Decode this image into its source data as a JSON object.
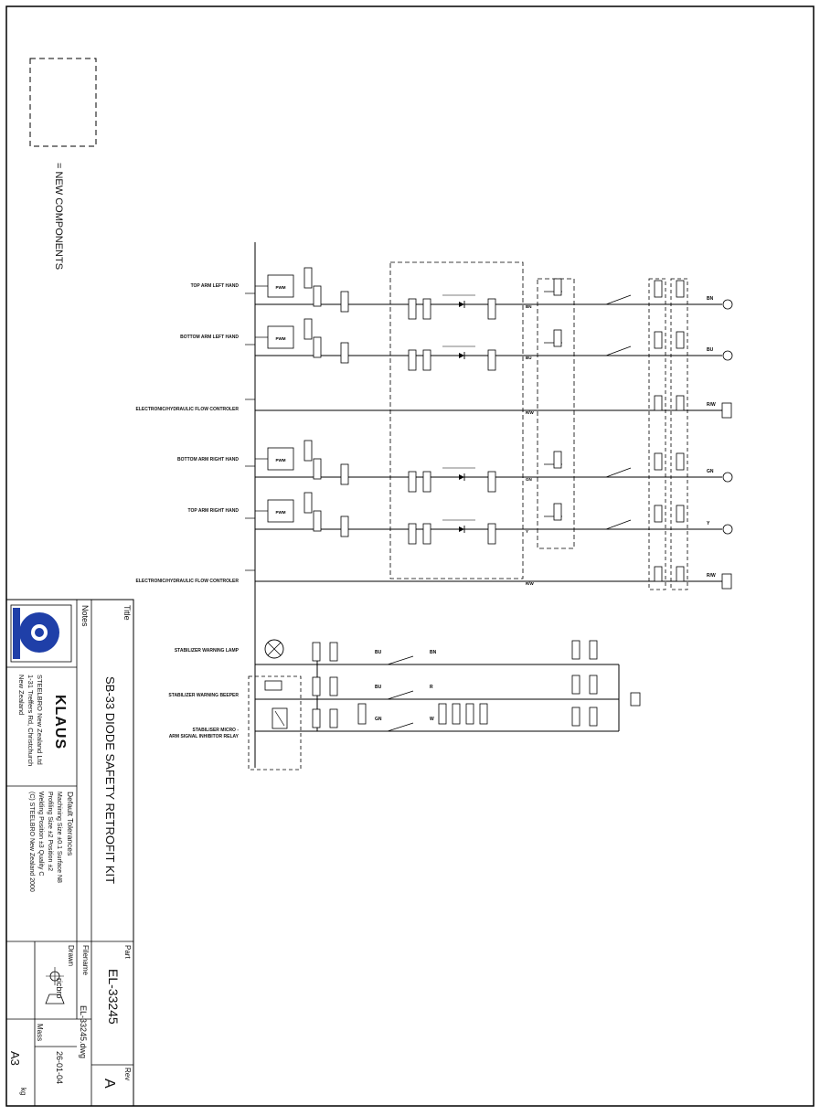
{
  "legend": {
    "new_components_label": "= NEW COMPONENTS"
  },
  "circuits": [
    {
      "label": "TOP ARM LEFT HAND",
      "wire": "BN",
      "end_color": "BN"
    },
    {
      "label": "BOTTOM ARM LEFT HAND",
      "wire": "BU",
      "end_color": "BU"
    },
    {
      "label": "ELECTRONIC/HYDRAULIC FLOW CONTROLER",
      "wire": "R/W",
      "end_color": "R/W"
    },
    {
      "label": "BOTTOM ARM RIGHT HAND",
      "wire": "GN",
      "end_color": "GN"
    },
    {
      "label": "TOP ARM RIGHT HAND",
      "wire": "Y",
      "end_color": "Y"
    },
    {
      "label": "ELECTRONIC/HYDRAULIC FLOW CONTROLER",
      "wire": "R/W",
      "end_color": "R/W"
    }
  ],
  "stabilizer": [
    {
      "label": "STABILIZER WARNING LAMP",
      "wire_a": "BU",
      "wire_b": "BN"
    },
    {
      "label": "STABILIZER WARNING BEEPER",
      "wire_a": "BU",
      "wire_b": "R"
    },
    {
      "label": "STABILISER MICRO -",
      "label2": "ARM SIGNAL INHIBITOR RELAY",
      "wire_a": "GN",
      "wire_b": "W"
    }
  ],
  "component_tag": "PWM",
  "title_block": {
    "title_caption": "Title",
    "title": "SB-33 DIODE SAFETY RETROFIT KIT",
    "notes_caption": "Notes",
    "company_logo": "KLAUS",
    "company_name": "STEELBRO New Zealand Ltd",
    "company_addr1": "1-31 Treffers Rd, Christchurch",
    "company_addr2": "New Zealand",
    "tolerances_caption": "Default Tolerances",
    "tol_line1": "Machining    Size ±0.1  Surface N8",
    "tol_line2": "Profiling    Size ±2  Position ±2",
    "tol_line3": "Welding      Position ±3  Quality C",
    "copyright": "(C) STEELBRO New Zealand 2000",
    "part_caption": "Part",
    "part": "EL-33245",
    "rev_caption": "Rev",
    "rev": "A",
    "filename_caption": "Filename",
    "filename": "EL-33245.dwg",
    "drawn_caption": "Drawn",
    "drawn": "ricbro",
    "date": "26-01-04",
    "mass_caption": "Mass",
    "mass_unit": "kg",
    "sheet_size": "A3"
  }
}
